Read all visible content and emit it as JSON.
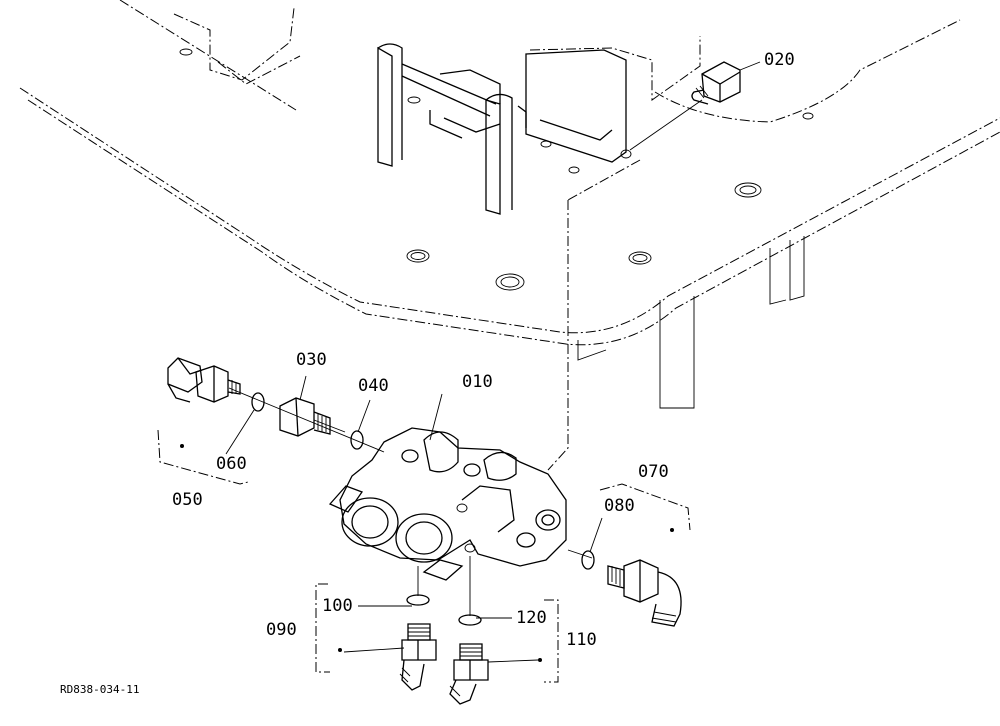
{
  "diagram": {
    "parts": [
      {
        "key": "p010",
        "label": "010"
      },
      {
        "key": "p020",
        "label": "020"
      },
      {
        "key": "p030",
        "label": "030"
      },
      {
        "key": "p040",
        "label": "040"
      },
      {
        "key": "p050",
        "label": "050"
      },
      {
        "key": "p060",
        "label": "060"
      },
      {
        "key": "p070",
        "label": "070"
      },
      {
        "key": "p080",
        "label": "080"
      },
      {
        "key": "p090",
        "label": "090"
      },
      {
        "key": "p100",
        "label": "100"
      },
      {
        "key": "p110",
        "label": "110"
      },
      {
        "key": "p120",
        "label": "120"
      }
    ],
    "drawing_code": "RD838-034-11"
  }
}
